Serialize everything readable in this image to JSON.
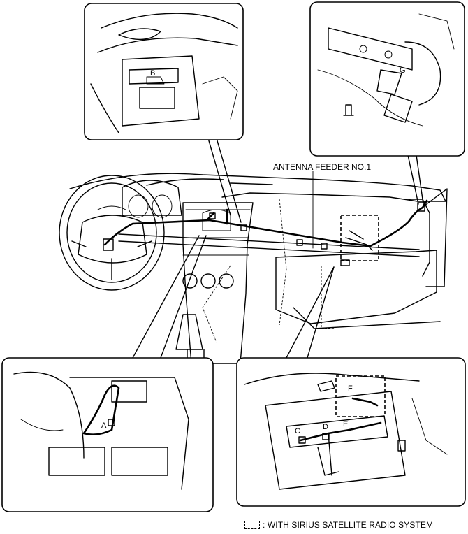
{
  "callouts": {
    "antenna_feeder": "ANTENNA FEEDER NO.1",
    "A": "A",
    "B": "B",
    "C": "C",
    "D": "D",
    "E": "E",
    "F": "F",
    "G": "G"
  },
  "legend": {
    "text": ": WITH SIRIUS SATELLITE RADIO SYSTEM"
  }
}
